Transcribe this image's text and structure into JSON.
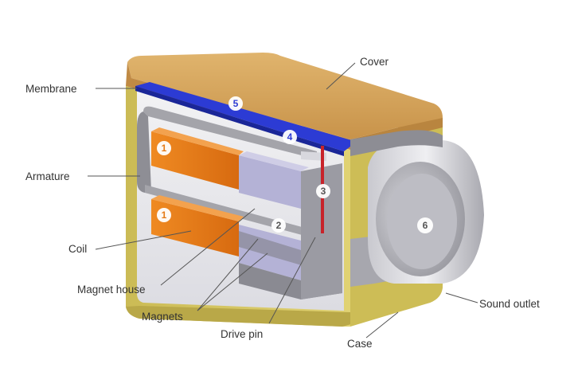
{
  "labels": {
    "cover": "Cover",
    "membrane": "Membrane",
    "armature": "Armature",
    "coil": "Coil",
    "magnet_house": "Magnet house",
    "magnets": "Magnets",
    "drive_pin": "Drive pin",
    "case": "Case",
    "sound_outlet": "Sound outlet"
  },
  "markers": {
    "coil_top": "1",
    "coil_bottom": "1",
    "armature_tip": "2",
    "drive_pin": "3",
    "armature_top": "4",
    "membrane": "5",
    "sound_outlet": "6"
  },
  "colors": {
    "cover": "#d6a55c",
    "case": "#d2c25a",
    "membrane": "#2f3fd8",
    "coil": "#e47a16",
    "magnet": "#b2b0d4",
    "drive_pin": "#c8232a",
    "metal": "#9a9aa0"
  }
}
